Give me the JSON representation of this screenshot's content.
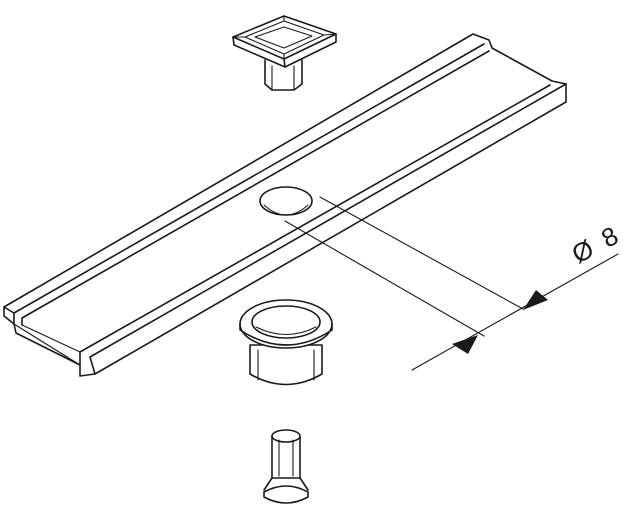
{
  "drawing": {
    "parts": [
      "square-cap-nut",
      "rail-profile",
      "flanged-bushing",
      "countersunk-screw"
    ],
    "dimension": {
      "label": "Ø 8"
    }
  }
}
